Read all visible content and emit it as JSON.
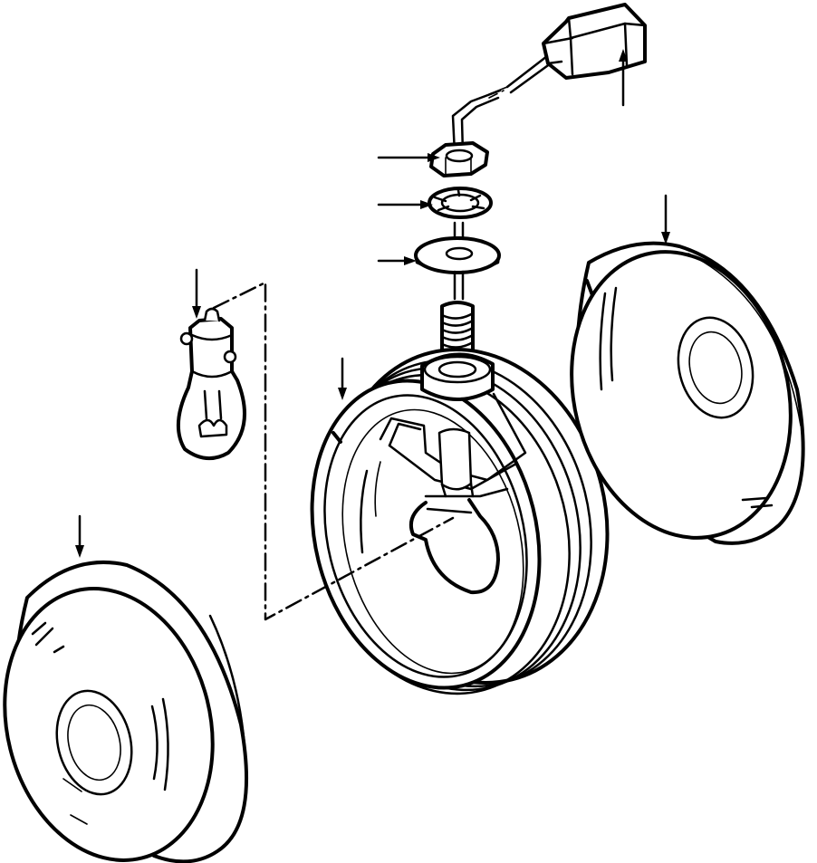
{
  "diagram": {
    "colors": {
      "ink": "#000000",
      "paper": "#ffffff"
    },
    "parts": [
      "connector-plug",
      "cable",
      "hex-nut",
      "lock-washer",
      "flat-washer",
      "threaded-stud",
      "lamp-housing",
      "bulb",
      "lens-left",
      "lens-right"
    ]
  }
}
